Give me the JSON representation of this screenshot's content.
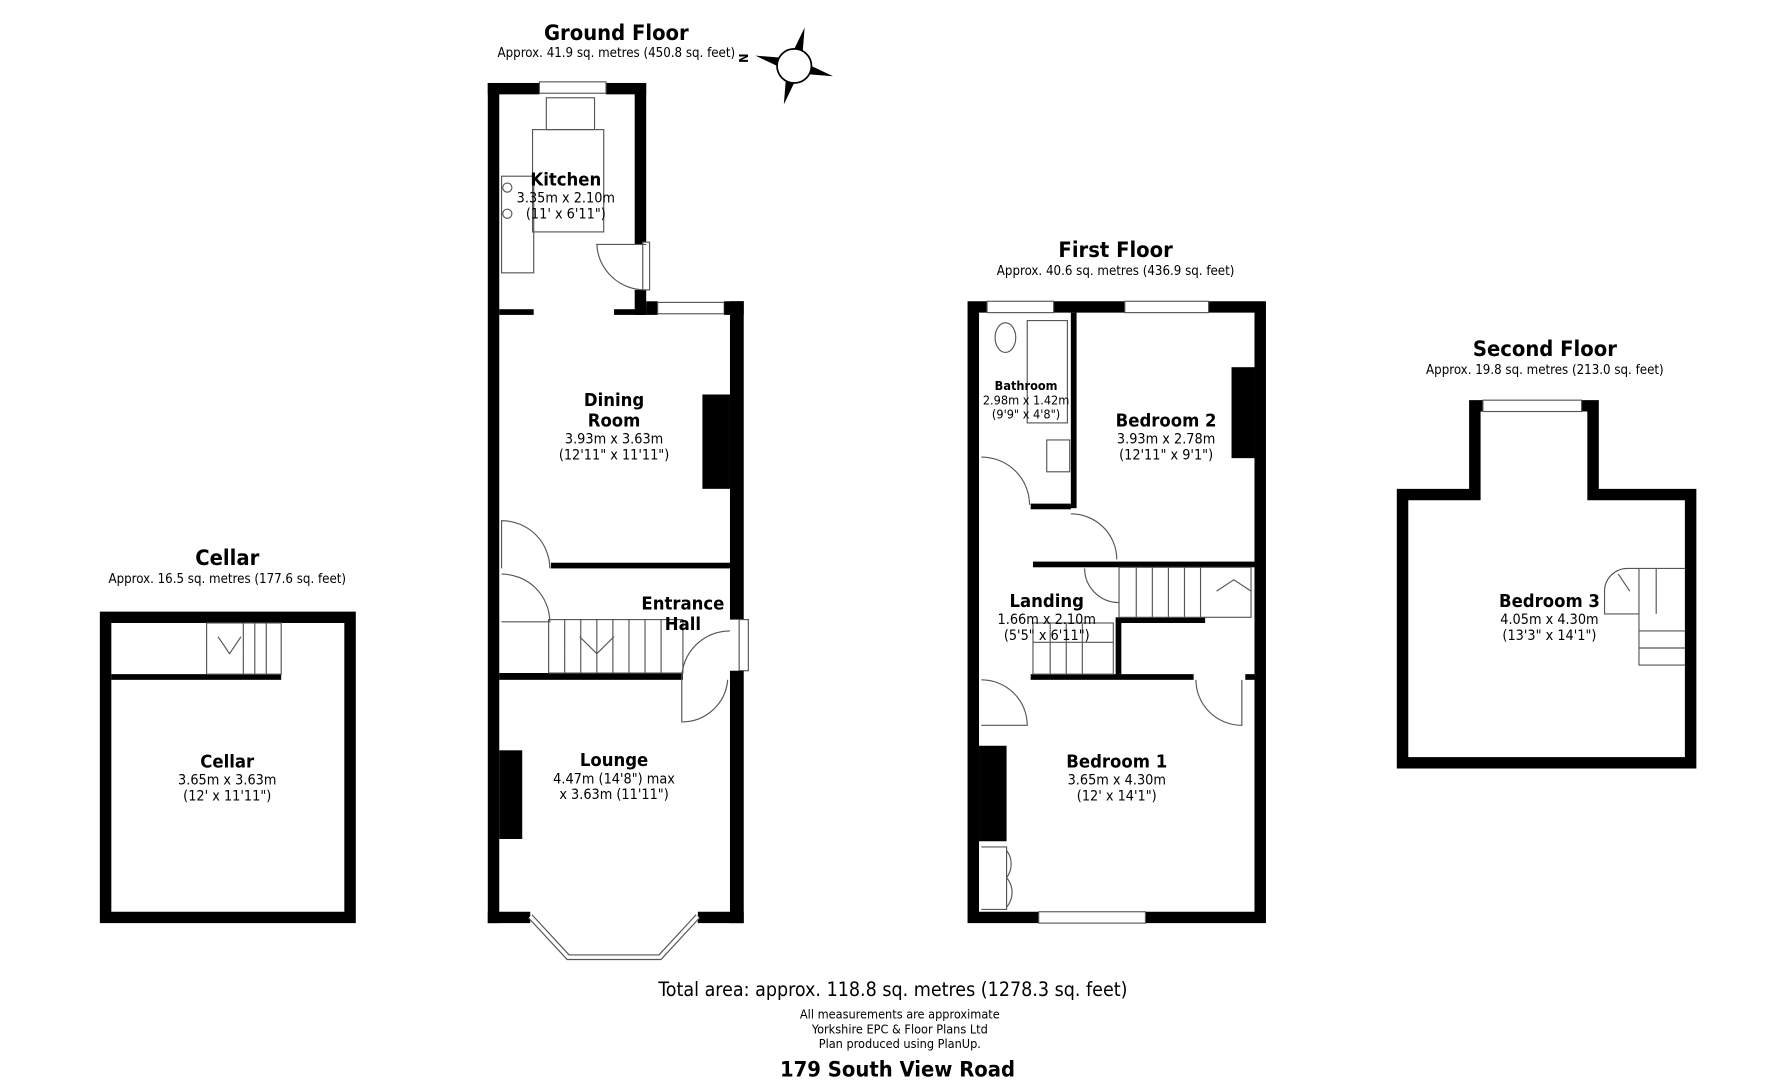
{
  "floors": {
    "ground": {
      "title": "Ground Floor",
      "area": "Approx. 41.9 sq. metres (450.8 sq. feet)"
    },
    "first": {
      "title": "First Floor",
      "area": "Approx. 40.6 sq. metres (436.9 sq. feet)"
    },
    "second": {
      "title": "Second Floor",
      "area": "Approx. 19.8 sq. metres (213.0 sq. feet)"
    },
    "cellar": {
      "title": "Cellar",
      "area": "Approx. 16.5 sq. metres (177.6 sq. feet)"
    }
  },
  "rooms": {
    "kitchen": {
      "name": "Kitchen",
      "metric": "3.35m x 2.10m",
      "imperial": "(11' x 6'11\")"
    },
    "dining": {
      "name1": "Dining",
      "name2": "Room",
      "metric": "3.93m x 3.63m",
      "imperial": "(12'11\" x 11'11\")"
    },
    "hall": {
      "name1": "Entrance",
      "name2": "Hall"
    },
    "lounge": {
      "name": "Lounge",
      "metric": "4.47m (14'8\") max",
      "imperial": "x 3.63m (11'11\")"
    },
    "cellar": {
      "name": "Cellar",
      "metric": "3.65m x 3.63m",
      "imperial": "(12' x 11'11\")"
    },
    "bathroom": {
      "name": "Bathroom",
      "metric": "2.98m x 1.42m",
      "imperial": "(9'9\" x 4'8\")"
    },
    "bedroom2": {
      "name": "Bedroom 2",
      "metric": "3.93m x 2.78m",
      "imperial": "(12'11\" x 9'1\")"
    },
    "landing": {
      "name": "Landing",
      "metric": "1.66m x 2.10m",
      "imperial": "(5'5\" x 6'11\")"
    },
    "bedroom1": {
      "name": "Bedroom 1",
      "metric": "3.65m x 4.30m",
      "imperial": "(12' x 14'1\")"
    },
    "bedroom3": {
      "name": "Bedroom 3",
      "metric": "4.05m x 4.30m",
      "imperial": "(13'3\" x 14'1\")"
    }
  },
  "compass": {
    "icon": "compass-icon",
    "north_label": "N"
  },
  "footer": {
    "total": "Total area: approx. 118.8 sq. metres (1278.3 sq. feet)",
    "note1": "All measurements are approximate",
    "note2": "Yorkshire EPC & Floor Plans  Ltd",
    "note3": "Plan produced using PlanUp.",
    "address": "179 South View Road"
  }
}
